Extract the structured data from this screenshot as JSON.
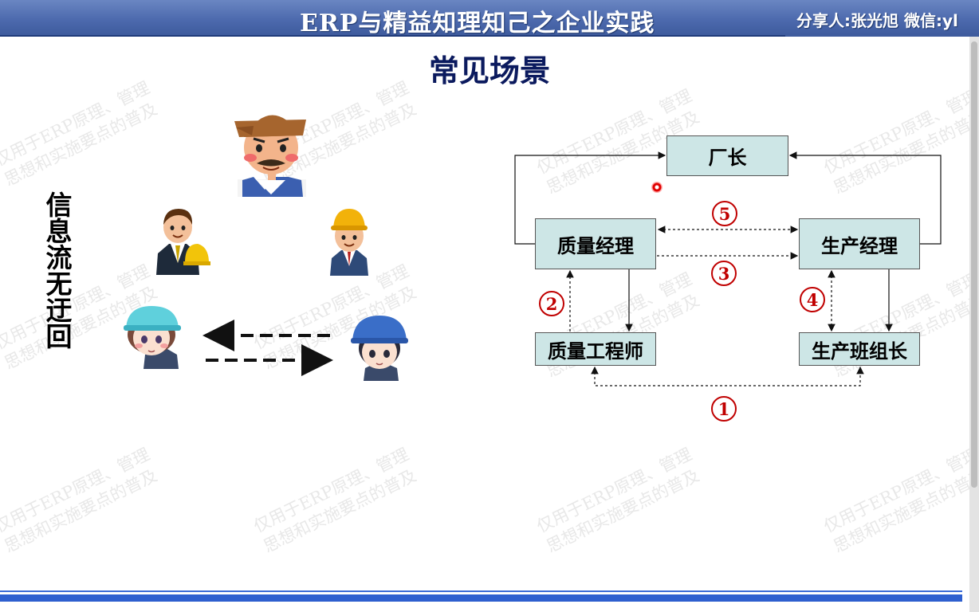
{
  "header": {
    "title": "ERP与精益知理知己之企业实践",
    "share": "分享人:张光旭  微信:yl"
  },
  "slide": {
    "title": "常见场景",
    "vertical_label": "信息流无迂回"
  },
  "watermark": {
    "line1": "仅用于ERP原理、管理",
    "line2": "思想和实施要点的普及"
  },
  "org_chart": {
    "boxes": {
      "director": "厂长",
      "quality_manager": "质量经理",
      "production_manager": "生产经理",
      "quality_engineer": "质量工程师",
      "team_leader": "生产班组长"
    },
    "steps": [
      "1",
      "2",
      "3",
      "4",
      "5"
    ]
  },
  "colors": {
    "header": "#4c69ad",
    "box_fill": "#cde6e6",
    "step_red": "#c00000",
    "title_navy": "#0b1a5e",
    "bottom_bar": "#2e5fcf"
  }
}
